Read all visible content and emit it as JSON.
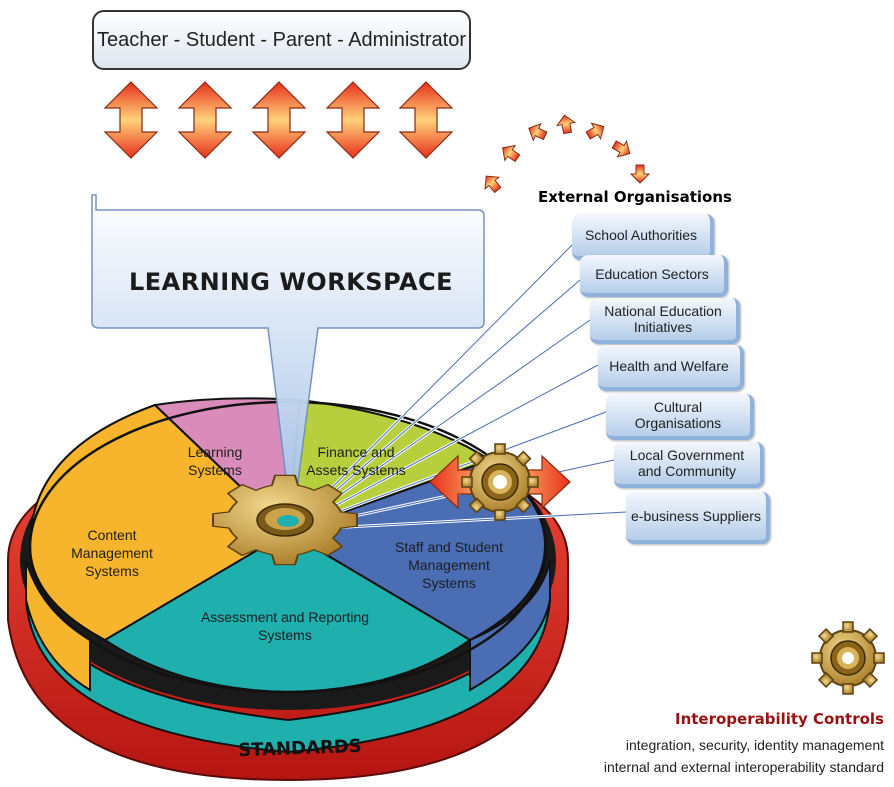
{
  "roles": {
    "text": "Teacher - Student - Parent - Administrator"
  },
  "workspace": {
    "title": "LEARNING WORKSPACE"
  },
  "external": {
    "title": "External Organisations",
    "items": [
      "School Authorities",
      "Education Sectors",
      "National Education Initiatives",
      "Health and Welfare",
      "Cultural Organisations",
      "Local Government and Community",
      "e-business Suppliers"
    ]
  },
  "systems": {
    "learning": "Learning Systems",
    "finance": "Finance and Assets Systems",
    "content": "Content Management Systems",
    "staff": "Staff and Student Management Systems",
    "assessment": "Assessment and Reporting Systems"
  },
  "base": {
    "label": "STANDARDS"
  },
  "interoperability": {
    "title": "Interoperability Controls",
    "lines": [
      "integration, security, identity management",
      "internal and external interoperability standard"
    ]
  },
  "colors": {
    "learning": "#d98cba",
    "finance": "#b7cf3d",
    "content": "#f7b52d",
    "staff": "#4a6db3",
    "assessment": "#1fb0ae",
    "standards": "#e32a24",
    "gear": "#c9a24a"
  },
  "icons": [
    "double-arrow-icon",
    "curved-arrow-icon",
    "gear-icon"
  ]
}
